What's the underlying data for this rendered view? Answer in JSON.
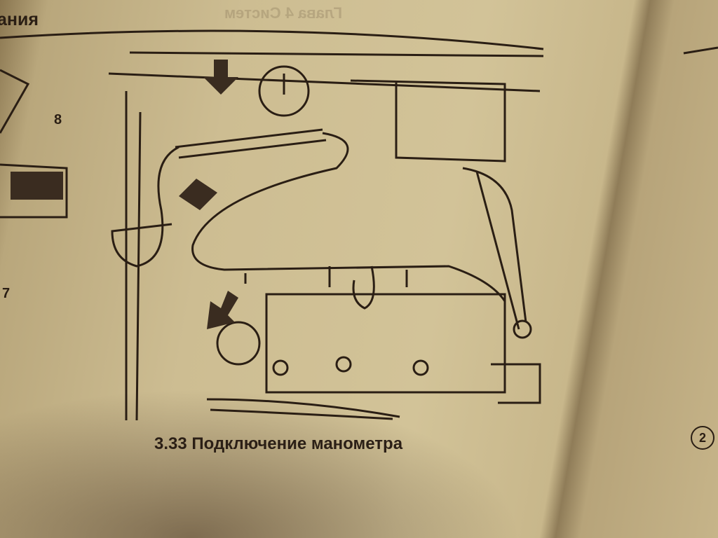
{
  "page": {
    "running_header": "ания",
    "bleed_through_header": "Глава 4 Систем",
    "figure_labels": [
      "8",
      "7"
    ],
    "caption": "3.33 Подключение манометра",
    "right_page_marker": "2"
  },
  "colors": {
    "paper": "#cdbd92",
    "ink": "#2a1e14"
  }
}
